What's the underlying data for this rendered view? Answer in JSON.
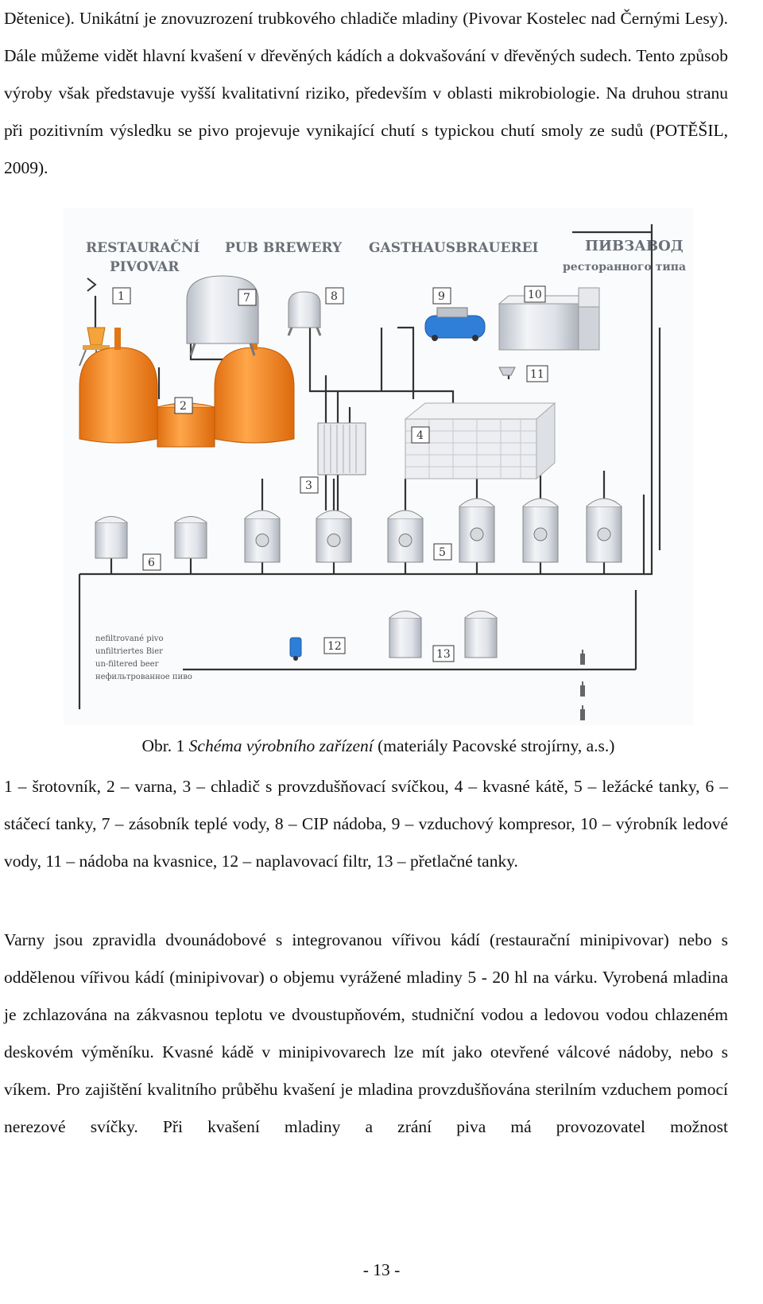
{
  "page": {
    "para_top": "Dětenice). Unikátní je znovuzrození trubkového chladiče mladiny (Pivovar Kostelec nad Černými Lesy). Dále můžeme vidět hlavní kvašení v dřevěných kádích a dokvašování v dřevěných sudech. Tento způsob výroby však představuje vyšší kvalitativní riziko, především v oblasti mikrobiologie. Na druhou stranu při pozitivním výsledku se pivo projevuje vynikající chutí s typickou chutí smoly ze sudů (POTĚŠIL, 2009).",
    "caption_prefix": "Obr. 1 ",
    "caption_italic": "Schéma výrobního zařízení",
    "caption_suffix": " (materiály Pacovské strojírny, a.s.)",
    "legend": "1 – šrotovník, 2 – varna, 3 – chladič s provzdušňovací svíčkou, 4 – kvasné kátě, 5 – ležácké tanky, 6 – stáčecí tanky, 7 – zásobník teplé vody, 8 – CIP nádoba, 9 – vzduchový kompresor, 10 – výrobník ledové vody, 11 – nádoba na kvasnice, 12 – naplavovací filtr, 13 – přetlačné tanky.",
    "para_bottom": "Varny jsou zpravidla dvounádobové s integrovanou vířivou kádí (restaurační minipivovar) nebo s oddělenou vířivou kádí (minipivovar) o objemu vyrážené mladiny 5 - 20 hl na várku. Vyrobená mladina je zchlazována na zákvasnou teplotu ve dvoustupňovém, studniční vodou a ledovou vodou chlazeném deskovém výměníku. Kvasné kádě v minipivovarech lze mít jako otevřené válcové nádoby, nebo s víkem. Pro zajištění kvalitního průběhu kvašení je mladina provzdušňována sterilním vzduchem pomocí nerezové svíčky. Při kvašení mladiny a zrání piva má provozovatel možnost",
    "page_number": "- 13 -"
  },
  "figure": {
    "titles": {
      "cz_line1": "RESTAURAČNÍ",
      "cz_line2": "PIVOVAR",
      "en": "PUB BREWERY",
      "de": "GASTHAUSBRAUEREI",
      "ru_line1": "ПИВЗАВОД",
      "ru_line2": "ресторанного типа"
    },
    "labels": {
      "n1": "1",
      "n2": "2",
      "n3": "3",
      "n4": "4",
      "n5": "5",
      "n6": "6",
      "n7": "7",
      "n8": "8",
      "n9": "9",
      "n10": "10",
      "n11": "11",
      "n12": "12",
      "n13": "13"
    },
    "legend_lines": {
      "l1": "nefiltrované pivo",
      "l2": "unfiltriertes Bier",
      "l3": "un-filtered beer",
      "l4": "нефильтрованное пиво"
    },
    "colors": {
      "copper": "#f08a1e",
      "steel": "#d9dce2",
      "pipe": "#333333",
      "label_box": "#333333"
    }
  }
}
